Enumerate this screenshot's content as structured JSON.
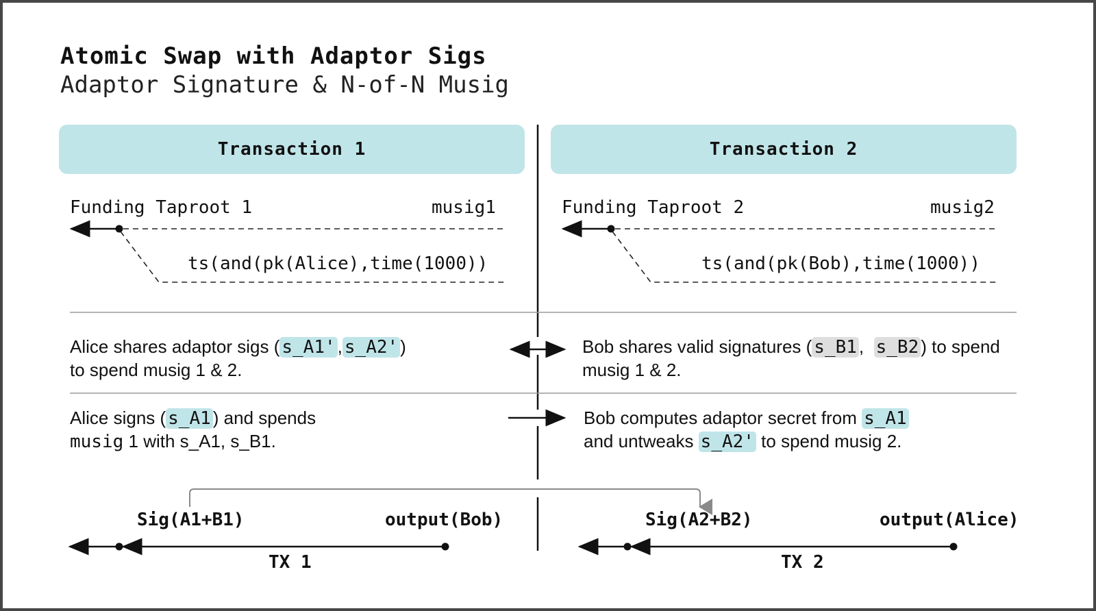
{
  "title": "Atomic Swap with Adaptor Sigs",
  "subtitle": "Adaptor Signature & N-of-N Musig",
  "tx1": {
    "header": "Transaction 1",
    "funding": "Funding Taproot 1",
    "musig": "musig1",
    "timelock": "ts(and(pk(Alice),time(1000))"
  },
  "tx2": {
    "header": "Transaction 2",
    "funding": "Funding Taproot 2",
    "musig": "musig2",
    "timelock": "ts(and(pk(Bob),time(1000))"
  },
  "row1": {
    "left_pre": "Alice shares adaptor sigs (",
    "left_s1": "s_A1'",
    "left_comma": ",",
    "left_s2": "s_A2'",
    "left_post": ")",
    "left_line2": "to spend musig 1 & 2.",
    "right_pre": "Bob shares valid signatures (",
    "right_s1": "s_B1",
    "right_comma": ",",
    "right_s2": "s_B2",
    "right_post": ") to spend",
    "right_line2": "musig 1 & 2."
  },
  "row2": {
    "left_pre": "Alice signs (",
    "left_s1": "s_A1",
    "left_post": ") and spends",
    "left_line2_mono": "musig",
    "left_line2_rest": " 1 with s_A1, s_B1.",
    "right_pre": "Bob computes adaptor secret from ",
    "right_s1": "s_A1",
    "right_line2_pre": "and untweaks ",
    "right_s2": "s_A2'",
    "right_line2_post": " to spend musig 2."
  },
  "bottom": {
    "sig1": "Sig(A1+B1)",
    "out1": "output(Bob)",
    "tx1": "TX 1",
    "sig2": "Sig(A2+B2)",
    "out2": "output(Alice)",
    "tx2": "TX 2"
  },
  "colors": {
    "highlight_teal": "#c0e5e9",
    "highlight_gray": "#dedede",
    "border": "#474747"
  }
}
